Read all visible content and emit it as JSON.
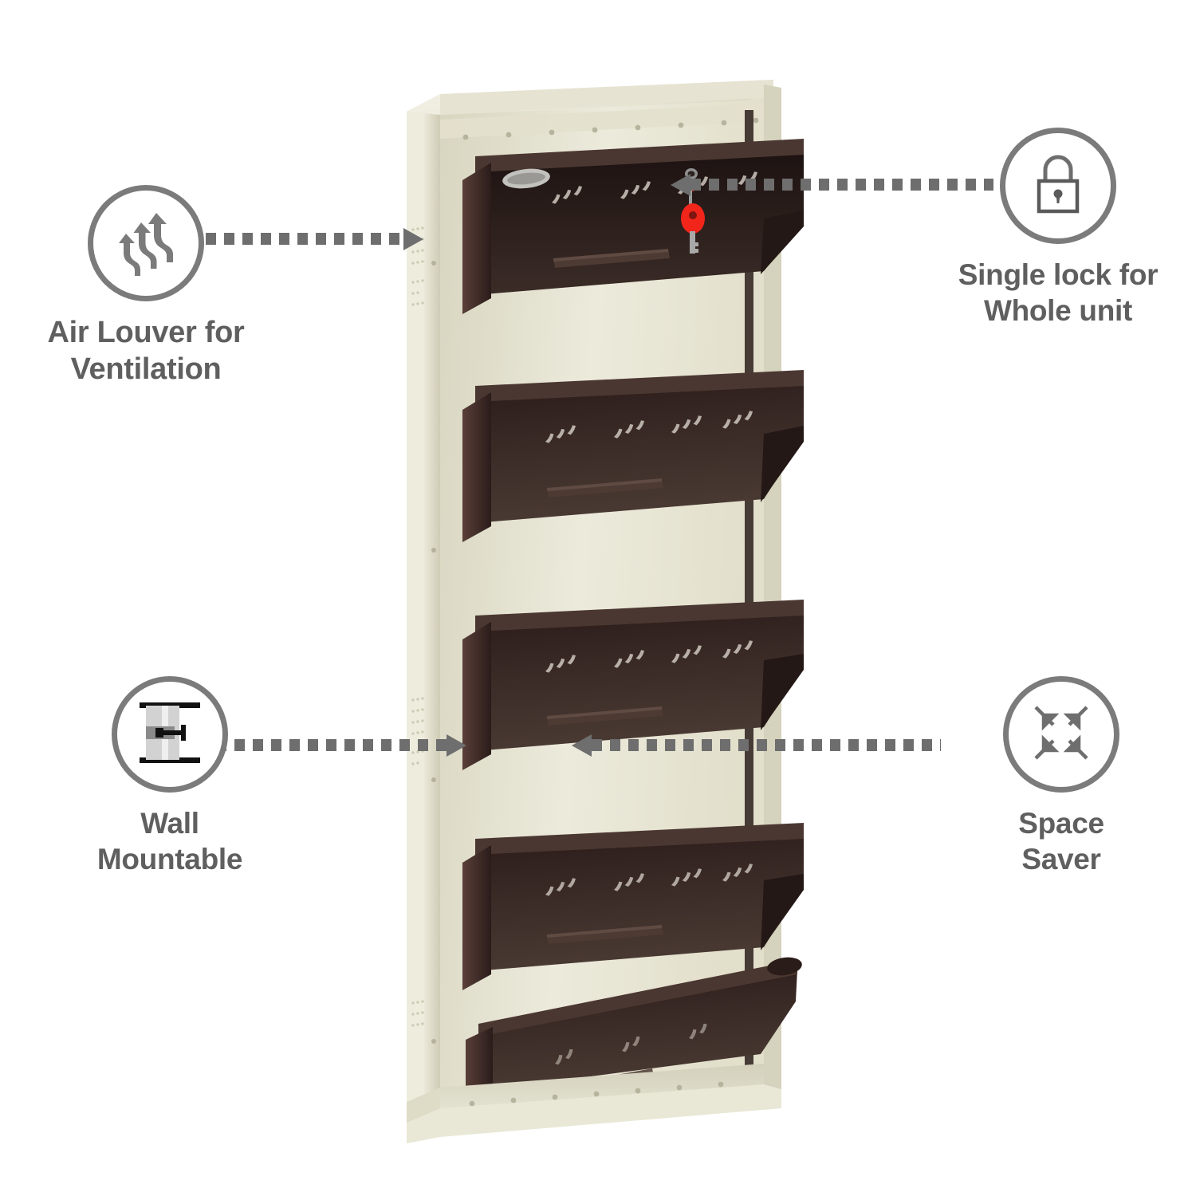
{
  "page": {
    "background": "#ffffff",
    "accent_grey": "#6e6e6e",
    "label_color": "#5f5f5f"
  },
  "product": {
    "name": "five-shelf-metal-shoe-rack",
    "body_color": "#e8e5d2",
    "flap_color": "#2e1f1d",
    "key_color": "#f2251b",
    "flap_count": 5,
    "brand_badge": "oval-brand-sticker"
  },
  "features": [
    {
      "id": "air-louver",
      "icon": "air-louver-icon",
      "label": "Air Louver for\nVentilation",
      "position": "top-left",
      "arrow_direction": "right"
    },
    {
      "id": "single-lock",
      "icon": "padlock-icon",
      "label": "Single lock for\nWhole unit",
      "position": "top-right",
      "arrow_direction": "left"
    },
    {
      "id": "wall-mountable",
      "icon": "wall-mount-screw-icon",
      "label": "Wall\nMountable",
      "position": "bottom-left",
      "arrow_direction": "right"
    },
    {
      "id": "space-saver",
      "icon": "converging-arrows-icon",
      "label": "Space\nSaver",
      "position": "bottom-right",
      "arrow_direction": "left"
    }
  ]
}
